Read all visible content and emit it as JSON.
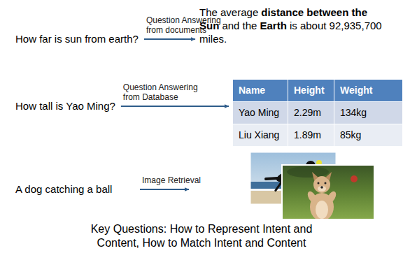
{
  "diagram": {
    "caption": "Key Questions: How to Represent Intent and Content, How to Match Intent and Content",
    "nodes": [
      {
        "text": [
          "How far is sun from earth?"
        ]
      },
      {
        "text": [
          "The average",
          "distance between the Sun",
          "and the",
          "Earth",
          "is about 92,935,700 miles."
        ]
      },
      {
        "text": [
          "How tall is Yao Ming?"
        ]
      },
      {
        "text": [
          "Name",
          "Height",
          "Weight",
          "Yao Ming",
          "2.29m",
          "134kg",
          "Liu Xiang",
          "1.89m",
          "85kg"
        ]
      },
      {
        "text": [
          "A dog catching a ball"
        ]
      }
    ],
    "edges": [
      {
        "from": 0,
        "to": 1,
        "label": "Question Answering from documents",
        "arrow": "to"
      },
      {
        "from": 2,
        "to": 3,
        "label": "Question Answering from Database",
        "arrow": "to"
      }
    ],
    "labels": [
      "Image Retrieval"
    ]
  }
}
